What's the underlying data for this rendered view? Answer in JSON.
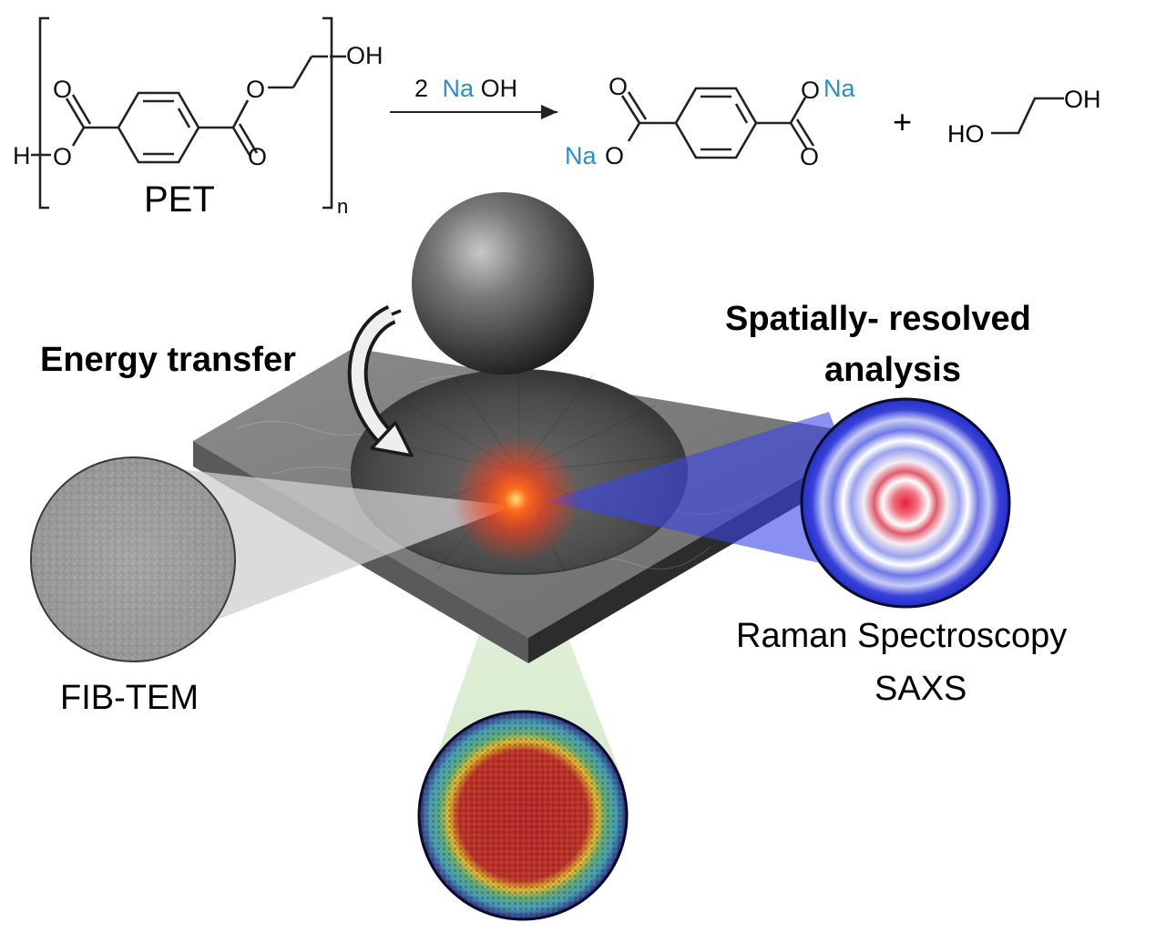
{
  "reaction": {
    "polymer_label": "PET",
    "repeat_subscript": "n",
    "end_group_left": "H",
    "end_group_right": "OH",
    "ester_oxygen": "O",
    "carbonyl_oxygen": "O",
    "reagent_count": "2",
    "reagent_na": "Na",
    "reagent_oh": "OH",
    "product_na": "Na",
    "product_o": "O",
    "plus_sign": "+",
    "glycol_left": "HO",
    "glycol_right": "OH",
    "colors": {
      "sodium": "#2a8fc8",
      "bond": "#222222"
    }
  },
  "labels": {
    "energy_transfer": "Energy transfer",
    "spatially_line1": "Spatially- resolved",
    "spatially_line2": "analysis",
    "raman": "Raman Spectroscopy",
    "saxs": "SAXS",
    "fib_tem": "FIB-TEM"
  },
  "colors": {
    "hotspot": "#ff4a10",
    "raman_beam": "#3a46e8",
    "fib_beam": "#d8d8d8",
    "bottom_beam": "#cfe8c4",
    "slab_top": "#7a7a7a",
    "sphere": "#6a6a6a"
  }
}
